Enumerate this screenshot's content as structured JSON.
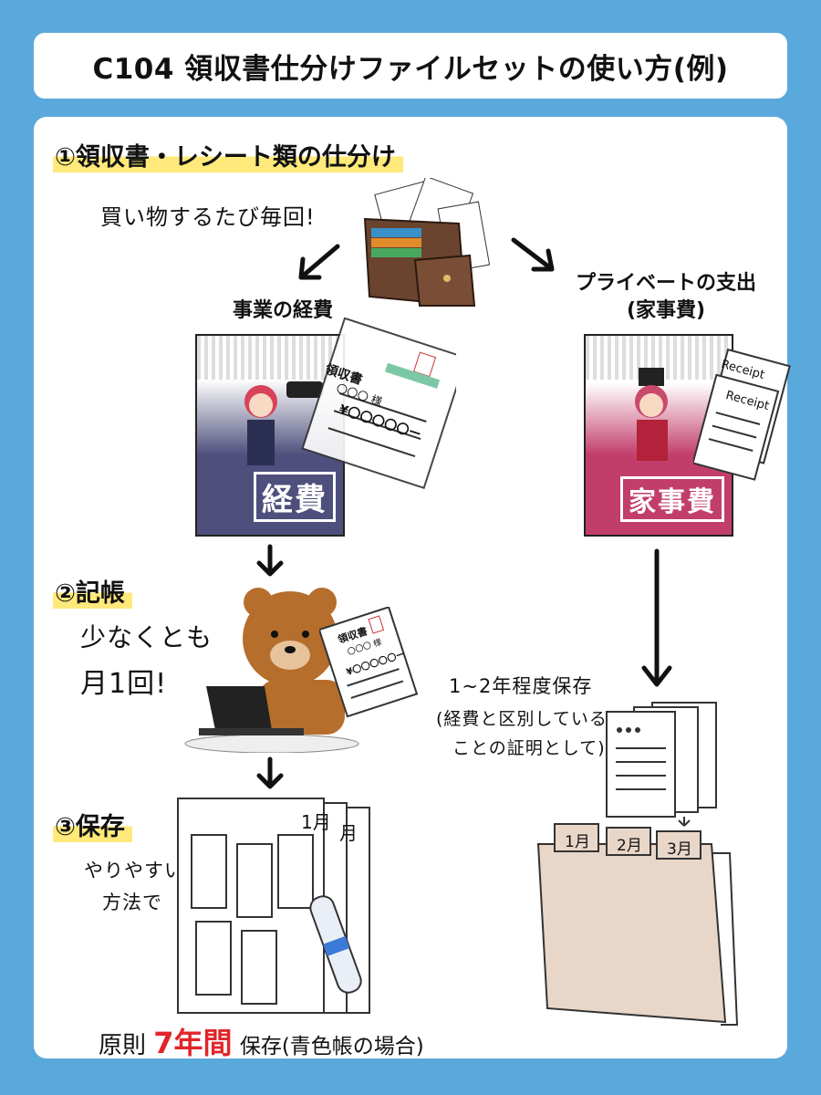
{
  "title": "C104 領収書仕分けファイルセットの使い方(例)",
  "steps": {
    "s1": "①領収書・レシート類の仕分け",
    "s2": "②記帳",
    "s3": "③保存"
  },
  "notes": {
    "every_purchase": "買い物するたび毎回!",
    "business_label": "事業の経費",
    "private_label_1": "プライベートの支出",
    "private_label_2": "(家事費)",
    "monthly_1": "少なくとも",
    "monthly_2": "月1回!",
    "easy_1": "やりやすい",
    "easy_2": "方法で",
    "keep_1": "1~2年程度保存",
    "keep_2": "(経費と区別している",
    "keep_3": "ことの証明として)",
    "rule_prefix": "原則",
    "rule_years": "7年間",
    "rule_suffix": "保存(青色帳の場合)"
  },
  "cards": {
    "business_stamp": "経費",
    "private_stamp": "家事費"
  },
  "receipt": {
    "title": "領収書",
    "name_line": "〇〇〇 様",
    "amount": "¥〇〇〇〇〇ー"
  },
  "receipt_small": {
    "title": "領収書",
    "name_line": "〇〇〇 様",
    "amount": "¥〇〇〇〇〇ー"
  },
  "receipt_tags": [
    "Receipt",
    "Receipt"
  ],
  "tabs": [
    "1月",
    "2月",
    "3月"
  ],
  "notebook_tabs": [
    "1月",
    "月"
  ],
  "colors": {
    "business_card": "#4e4f7c",
    "private_card": "#c23e6a",
    "highlight": "#ffe97a",
    "rule_red": "#e0262b",
    "folder": "#e8d6c8"
  }
}
